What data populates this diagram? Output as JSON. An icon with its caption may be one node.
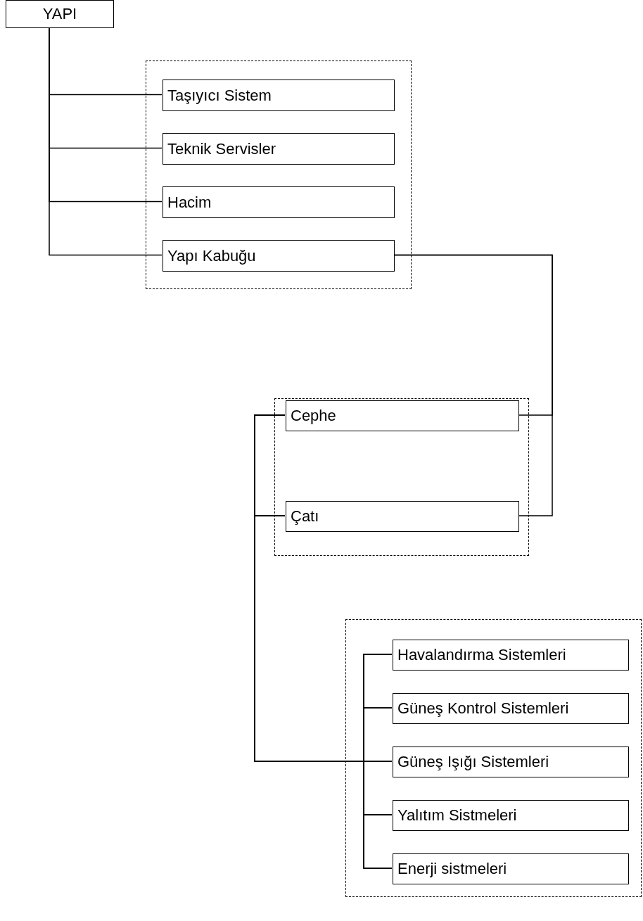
{
  "diagram": {
    "nodes": [
      {
        "text": [
          "YAPI"
        ]
      },
      {
        "text": [],
        "shape": "box"
      },
      {
        "text": [
          "Taşıyıcı Sistem"
        ],
        "in": 1
      },
      {
        "text": [
          "Teknik Servisler"
        ],
        "in": 1
      },
      {
        "text": [
          "Hacim"
        ],
        "in": 1
      },
      {
        "text": [
          "Yapı Kabuğu"
        ],
        "in": 1
      },
      {
        "text": [],
        "shape": "box"
      },
      {
        "text": [
          "Cephe"
        ],
        "in": 6
      },
      {
        "text": [
          "Çatı"
        ],
        "in": 6
      },
      {
        "text": [],
        "shape": "box"
      },
      {
        "text": [
          "Havalandırma Sistemleri"
        ],
        "in": 9
      },
      {
        "text": [
          "Güneş Kontrol Sistemleri"
        ],
        "in": 9
      },
      {
        "text": [
          "Güneş Işığı Sistemleri"
        ],
        "in": 9
      },
      {
        "text": [
          "Yalıtım Sistmeleri"
        ],
        "in": 9
      },
      {
        "text": [
          "Enerji sistmeleri"
        ],
        "in": 9
      }
    ],
    "edges": [
      {
        "from": 0,
        "to": 2,
        "arrow": "none"
      },
      {
        "from": 0,
        "to": 3,
        "arrow": "none"
      },
      {
        "from": 0,
        "to": 4,
        "arrow": "none"
      },
      {
        "from": 0,
        "to": 5,
        "arrow": "none"
      },
      {
        "from": 5,
        "to": 7,
        "arrow": "none"
      },
      {
        "from": 5,
        "to": 8,
        "arrow": "none"
      },
      {
        "from": 7,
        "to": 10,
        "arrow": "none"
      },
      {
        "from": 7,
        "to": 11,
        "arrow": "none"
      },
      {
        "from": 7,
        "to": 12,
        "arrow": "none"
      },
      {
        "from": 7,
        "to": 13,
        "arrow": "none"
      },
      {
        "from": 7,
        "to": 14,
        "arrow": "none"
      },
      {
        "from": 8,
        "to": 10,
        "arrow": "none"
      },
      {
        "from": 8,
        "to": 11,
        "arrow": "none"
      },
      {
        "from": 8,
        "to": 12,
        "arrow": "none"
      },
      {
        "from": 8,
        "to": 13,
        "arrow": "none"
      },
      {
        "from": 8,
        "to": 14,
        "arrow": "none"
      }
    ]
  }
}
